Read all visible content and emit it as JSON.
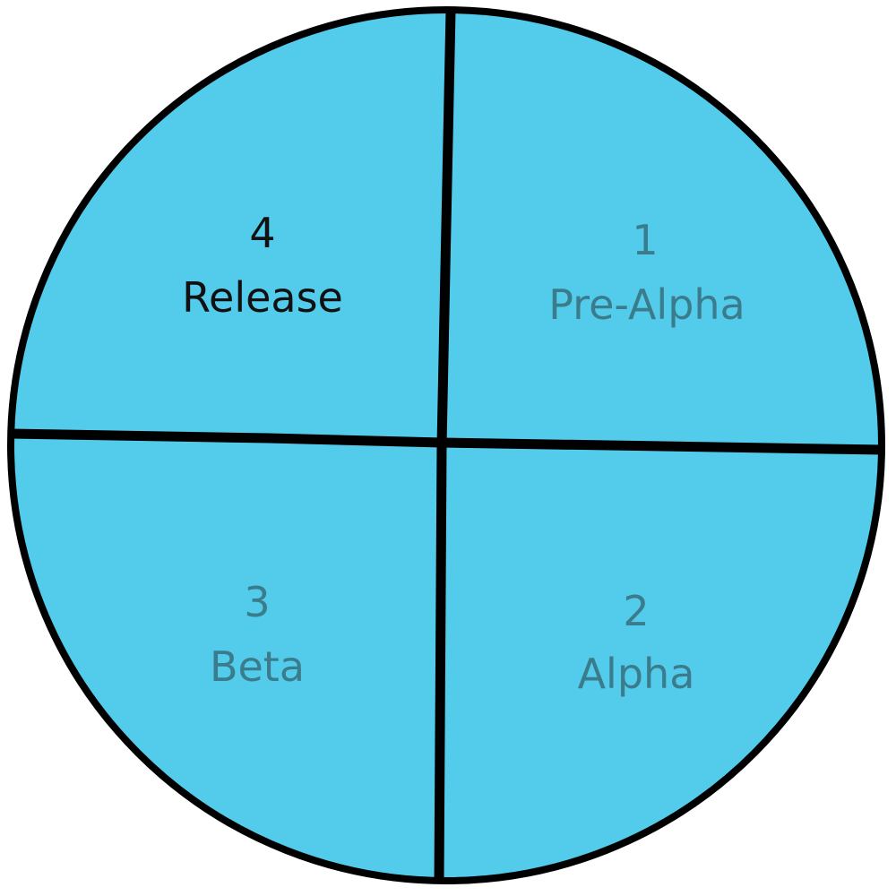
{
  "colors": {
    "fill": "#53ccec",
    "outline": "#000000",
    "text_dark": "#111111",
    "text_muted": "#3b7c8c"
  },
  "quadrants": [
    {
      "id": "top-right",
      "number": "1",
      "stage": "Pre-Alpha"
    },
    {
      "id": "bottom-right",
      "number": "2",
      "stage": "Alpha"
    },
    {
      "id": "bottom-left",
      "number": "3",
      "stage": "Beta"
    },
    {
      "id": "top-left",
      "number": "4",
      "stage": "Release"
    }
  ]
}
